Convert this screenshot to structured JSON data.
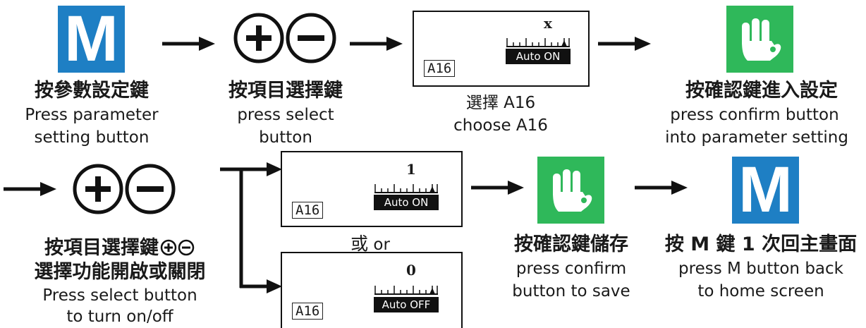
{
  "steps": {
    "m1": {
      "icon_text": "M",
      "zh": "按參數設定鍵",
      "en1": "Press parameter",
      "en2": "setting button"
    },
    "sel1": {
      "zh": "按項目選擇鍵",
      "en1": "press select",
      "en2": "button"
    },
    "choose": {
      "zh": "選擇 A16",
      "en": "choose A16"
    },
    "confirm1": {
      "zh": "按確認鍵進入設定",
      "en1": "press confirm button",
      "en2": "into parameter setting"
    },
    "sel2": {
      "zh": "按項目選擇鍵",
      "zh2": "選擇功能開啟或關閉",
      "en1": "Press select button",
      "en2": "to turn on/off"
    },
    "or": {
      "zh": "或",
      "en": "or"
    },
    "save": {
      "zh": "按確認鍵儲存",
      "en1": "press confirm",
      "en2": "button to save"
    },
    "home": {
      "zh": "按 M 鍵 1 次回主畫面",
      "en1": "press M button back",
      "en2": "to home screen"
    },
    "m2": {
      "icon_text": "M"
    }
  },
  "displays": {
    "d1": {
      "code": "A16",
      "value": "x",
      "label": "Auto ON"
    },
    "d2": {
      "code": "A16",
      "value": "1",
      "label": "Auto ON"
    },
    "d3": {
      "code": "A16",
      "value": "0",
      "label": "Auto OFF"
    }
  },
  "colors": {
    "m_button": "#1e7fc4",
    "confirm_button": "#2fb85a",
    "ink": "#111111"
  }
}
